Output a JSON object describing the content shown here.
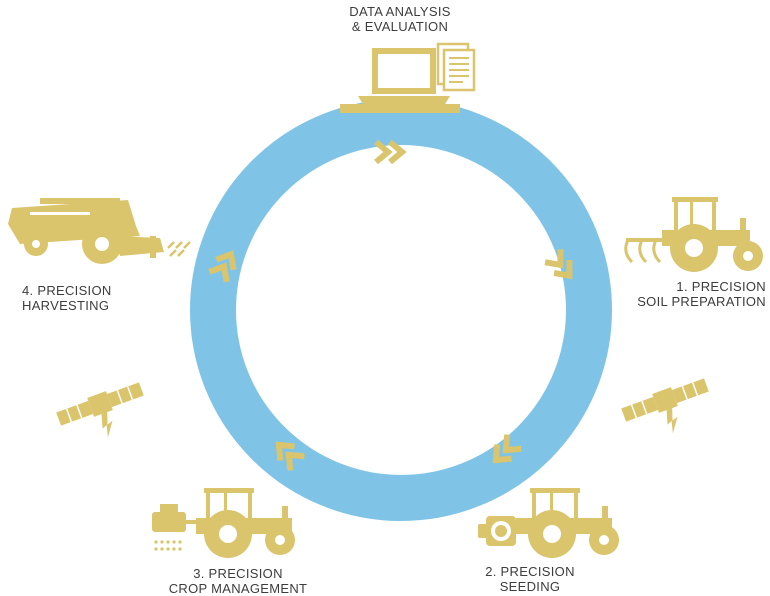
{
  "palette": {
    "ring": "#7fc4e6",
    "icon": "#dac46c",
    "arrow": "#dac46c",
    "text": "#3d3d3d",
    "background": "#ffffff"
  },
  "stages": {
    "data_analysis": {
      "line1": "DATA ANALYSIS",
      "line2": "& EVALUATION",
      "icon": "laptop-with-documents-icon"
    },
    "soil_preparation": {
      "line1": "1. PRECISION",
      "line2": "SOIL PREPARATION",
      "icon": "tractor-with-cultivator-icon"
    },
    "seeding": {
      "line1": "2. PRECISION",
      "line2": "SEEDING",
      "icon": "tractor-with-seeder-icon"
    },
    "crop_management": {
      "line1": "3. PRECISION",
      "line2": "CROP MANAGEMENT",
      "icon": "tractor-with-sprayer-icon"
    },
    "harvesting": {
      "line1": "4. PRECISION",
      "line2": "HARVESTING",
      "icon": "combine-harvester-icon"
    }
  },
  "satellites": [
    "satellite-icon",
    "satellite-icon"
  ],
  "cycle_arrows": [
    "double-chevron-icon",
    "double-chevron-icon",
    "double-chevron-icon",
    "double-chevron-icon",
    "double-chevron-icon"
  ]
}
